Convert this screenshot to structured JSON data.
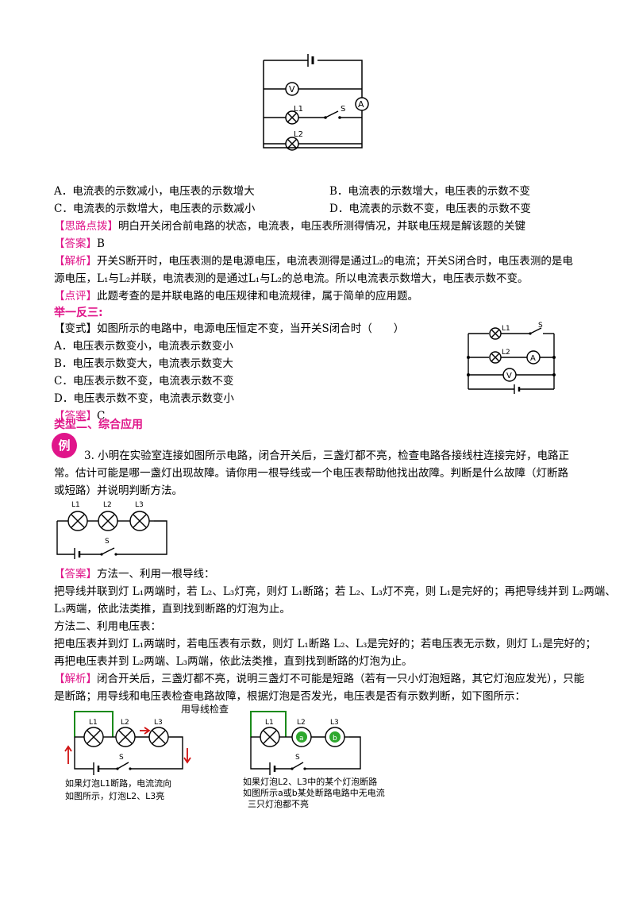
{
  "figure1": {
    "v": "V",
    "a": "A",
    "l1": "L1",
    "l2": "L2",
    "s": "S"
  },
  "q_options": {
    "a": "A．电流表的示数减小，电压表的示数增大",
    "b": "B．电流表的示数增大，电压表的示数不变",
    "c": "C．电流表的示数增大，电压表的示数减小",
    "d": "D．电流表的示数不变，电压表的示数不变"
  },
  "hint": {
    "tag": "【思路点拨】",
    "text": "明白开关闭合前电路的状态，电流表，电压表所测得情况，并联电压规是解该题的关键"
  },
  "answer1": {
    "tag": "【答案】",
    "text": "B"
  },
  "analysis1": {
    "tag": "【解析】",
    "line1": "开关S断开时，电压表测的是电源电压，电流表测得是通过L₂的电流；开关S闭合时，电压表测的是电",
    "line2": "源电压，L₁与L₂并联，电流表测的是通过L₁与L₂的总电流。所以电流表示数增大，电压表示数不变。"
  },
  "comment": {
    "tag": "【点评】",
    "text": "此题考查的是并联电路的电压规律和电流规律，属于简单的应用题。"
  },
  "section_juyi": "举一反三:",
  "variant": {
    "tag": "【变式】",
    "stem": "如图所示的电路中，电源电压恒定不变，当开关S闭合时（　　）",
    "a": "A．电压表示数变小，电流表示数变小",
    "b": "B．电压表示数变大，电流表示数变大",
    "c": "C．电压表示数不变，电流表示数不变",
    "d": "D．电压表示数不变，电流表示数变小"
  },
  "figure2": {
    "l1": "L1",
    "l2": "L2",
    "s": "S",
    "a": "A",
    "v": "V"
  },
  "answer2": {
    "tag": "【答案】",
    "text": "C"
  },
  "section_type2": "类型二、综合应用",
  "example_badge": "例",
  "q3": {
    "line1": "3. 小明在实验室连接如图所示电路，闭合开关后，三盏灯都不亮，检查电路各接线柱连接完好，电路正",
    "line2": "常。估计可能是哪一盏灯出现故障。请你用一根导线或一个电压表帮助他找出故障。判断是什么故障（灯断路",
    "line3": "或短路）并说明判断方法。"
  },
  "figure3": {
    "l1": "L1",
    "l2": "L2",
    "l3": "L3",
    "s": "S"
  },
  "answer3": {
    "tag": "【答案】",
    "m1": "方法一、利用一根导线：",
    "m1_l1": "把导线并联到灯 L₁两端时，若 L₂、L₃灯亮，则灯 L₁断路；若 L₂、L₃灯不亮，则 L₁是完好的；再把导线并到 L₂两端、",
    "m1_l2": "L₃两端，依此法类推，直到找到断路的灯泡为止。",
    "m2": "方法二、利用电压表：",
    "m2_l1": "把电压表并到灯 L₁两端时，若电压表有示数，则灯 L₁断路 L₂、L₃是完好的；若电压表无示数，则灯 L₁是完好的；",
    "m2_l2": "再把电压表并到 L₂两端、L₃两端，依此法类推，直到找到断路的灯泡为止。"
  },
  "analysis3": {
    "tag": "【解析】",
    "line1": "闭合开关后，三盏灯都不亮，说明三盏灯不可能是短路（若有一只小灯泡短路，其它灯泡应发光），只能",
    "line2": "是断路；用导线和电压表检查电路故障，根据灯泡是否发光，电压表是否有示数判断，如下图所示："
  },
  "figure4": {
    "title": "用导线检查",
    "l1": "L1",
    "l2": "L2",
    "l3": "L3",
    "s": "S",
    "note_line1": "如果灯泡L1断路，电流流向",
    "note_line2": "如图所示，灯泡L2、L3亮"
  },
  "figure5": {
    "l1": "L1",
    "l2": "L2",
    "l3": "L3",
    "s": "S",
    "a": "a",
    "b": "b",
    "note_line1": "如果灯泡L2、L3中的某个灯泡断路",
    "note_line2": "如图所示a或b某处断路电路中无电流",
    "note_line3": "三只灯泡都不亮"
  },
  "colors": {
    "accent": "#e0158a",
    "wire_green": "#1a8a1a",
    "arrow_red": "#d01010",
    "bulb_green": "#2ea82e"
  }
}
